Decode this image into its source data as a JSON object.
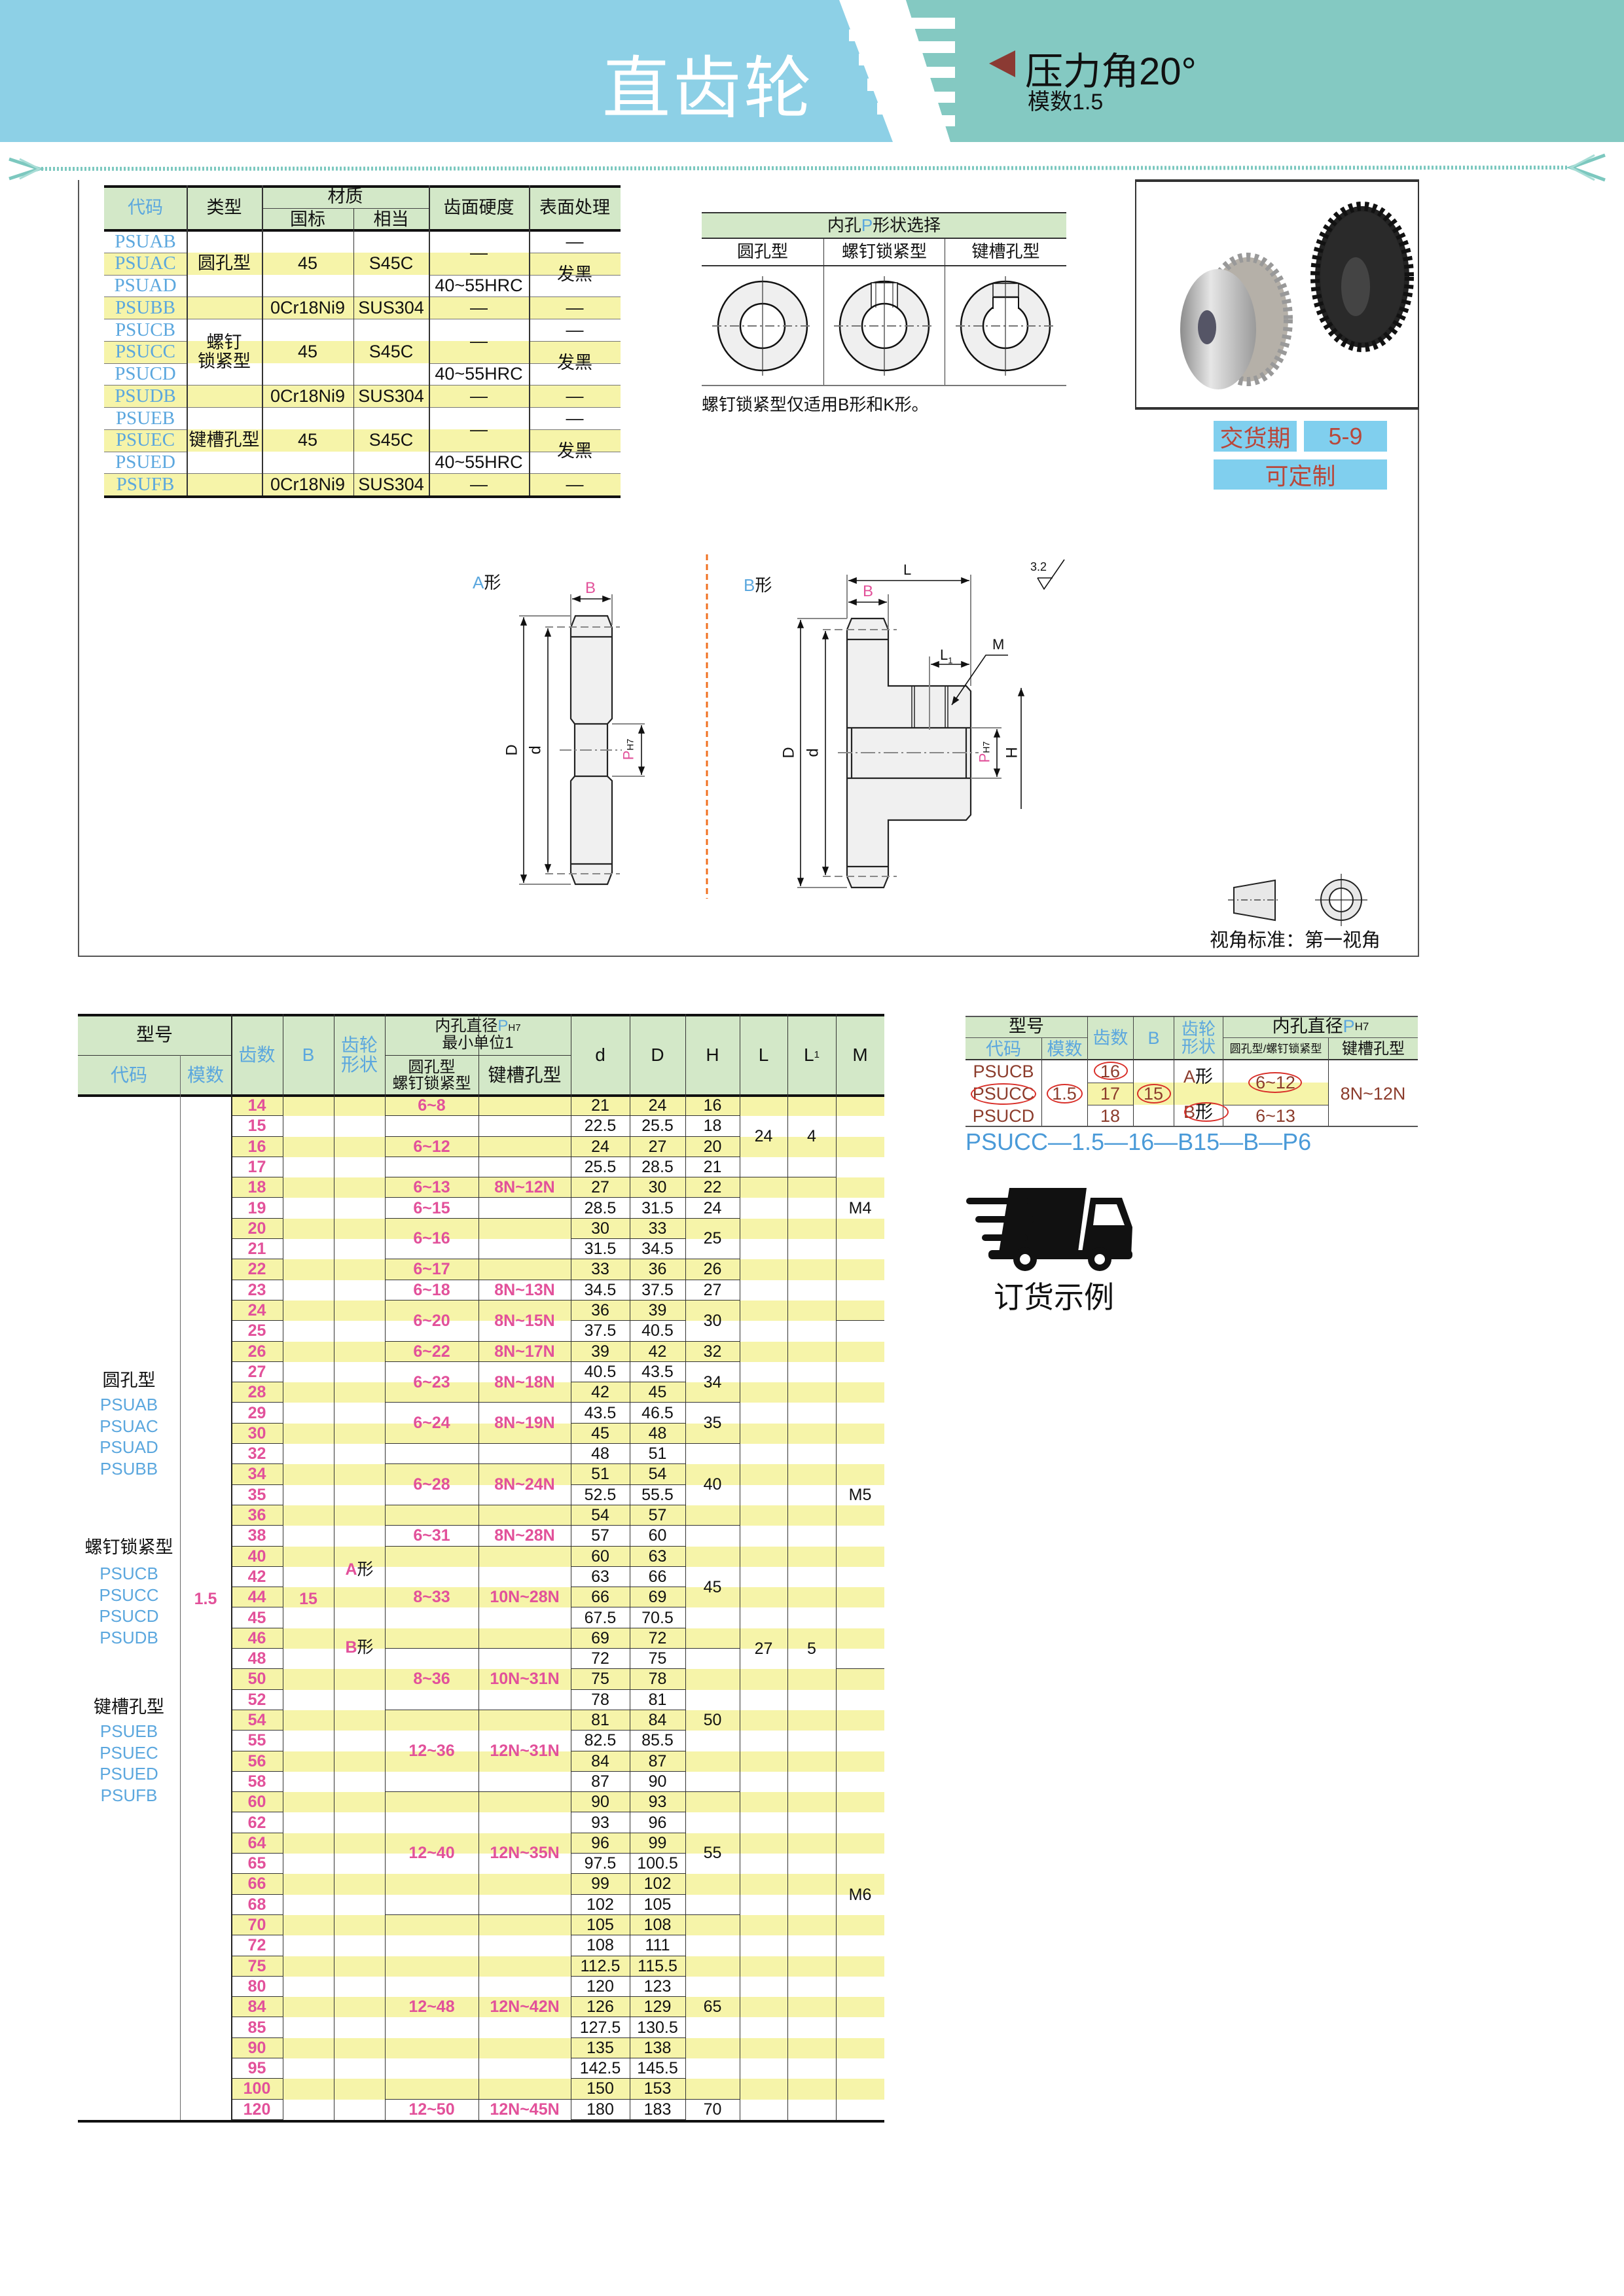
{
  "banner": {
    "title": "直齿轮",
    "pressure_angle": "压力角20°",
    "module": "模数1.5"
  },
  "colors": {
    "blue_banner": "#8dd0e6",
    "teal_banner": "#84c9c2",
    "header_green": "#d3e8c8",
    "stripe_yellow": "#f6f4a9",
    "code_blue": "#5ba7de",
    "value_pink": "#e2519a"
  },
  "material_table": {
    "headers": {
      "code": "代码",
      "type": "类型",
      "material": "材质",
      "gb": "国标",
      "equivalent": "相当",
      "hardness": "齿面硬度",
      "surface": "表面处理"
    },
    "codes": [
      "PSUAB",
      "PSUAC",
      "PSUAD",
      "PSUBB",
      "PSUCB",
      "PSUCC",
      "PSUCD",
      "PSUDB",
      "PSUEB",
      "PSUEC",
      "PSUED",
      "PSUFB"
    ],
    "groups": [
      {
        "type": "圆孔型",
        "gb": "45",
        "eq": "S45C",
        "ss_gb": "0Cr18Ni9",
        "ss_eq": "SUS304",
        "dash": "—",
        "hardness": "40~55HRC",
        "surface": "发黑"
      },
      {
        "type": "螺钉\n锁紧型",
        "gb": "45",
        "eq": "S45C",
        "ss_gb": "0Cr18Ni9",
        "ss_eq": "SUS304",
        "dash": "—",
        "hardness": "40~55HRC",
        "surface": "发黑"
      },
      {
        "type": "键槽孔型",
        "gb": "45",
        "eq": "S45C",
        "ss_gb": "0Cr18Ni9",
        "ss_eq": "SUS304",
        "dash": "—",
        "hardness": "40~55HRC",
        "surface": "发黑"
      }
    ]
  },
  "bore_selection": {
    "title_pre": "内孔",
    "title_p": "P",
    "title_post": "形状选择",
    "types": [
      "圆孔型",
      "螺钉锁紧型",
      "键槽孔型"
    ],
    "note": "螺钉锁紧型仅适用B形和K形。"
  },
  "delivery": {
    "label": "交货期",
    "value": "5-9",
    "custom": "可定制"
  },
  "drawing": {
    "a_letter": "A",
    "b_letter": "B",
    "form": "形",
    "B": "B",
    "D": "D",
    "d": "d",
    "P": "P",
    "H7": "H7",
    "L": "L",
    "L1": "L",
    "L1_sub": "1",
    "M": "M",
    "H": "H",
    "roughness": "3.2"
  },
  "view_standard": "视角标准：第一视角",
  "main_table": {
    "headers": {
      "model": "型号",
      "code": "代码",
      "module": "模数",
      "teeth": "齿数",
      "B": "B",
      "shape": "齿轮\n形状",
      "bore_title": "内孔直径",
      "bore_p": "P",
      "bore_h7": "H7",
      "bore_min": "最小单位1",
      "round_screw": "圆孔型\n螺钉锁紧型",
      "key": "键槽孔型",
      "d": "d",
      "D": "D",
      "H": "H",
      "L": "L",
      "L1": "L",
      "L1_sub": "1",
      "M": "M"
    },
    "type_groups": [
      {
        "type": "圆孔型",
        "codes": [
          "PSUAB",
          "PSUAC",
          "PSUAD",
          "PSUBB"
        ]
      },
      {
        "type": "螺钉锁紧型",
        "codes": [
          "PSUCB",
          "PSUCC",
          "PSUCD",
          "PSUDB"
        ]
      },
      {
        "type": "键槽孔型",
        "codes": [
          "PSUEB",
          "PSUEC",
          "PSUED",
          "PSUFB"
        ]
      }
    ],
    "module": "1.5",
    "B": "15",
    "shape_a": "A",
    "shape_b": "B",
    "shape_suffix": "形",
    "teeth": [
      "14",
      "15",
      "16",
      "17",
      "18",
      "19",
      "20",
      "21",
      "22",
      "23",
      "24",
      "25",
      "26",
      "27",
      "28",
      "29",
      "30",
      "32",
      "34",
      "35",
      "36",
      "38",
      "40",
      "42",
      "44",
      "45",
      "46",
      "48",
      "50",
      "52",
      "54",
      "55",
      "56",
      "58",
      "60",
      "62",
      "64",
      "65",
      "66",
      "68",
      "70",
      "72",
      "75",
      "80",
      "84",
      "85",
      "90",
      "95",
      "100",
      "120"
    ],
    "d": [
      "21",
      "22.5",
      "24",
      "25.5",
      "27",
      "28.5",
      "30",
      "31.5",
      "33",
      "34.5",
      "36",
      "37.5",
      "39",
      "40.5",
      "42",
      "43.5",
      "45",
      "48",
      "51",
      "52.5",
      "54",
      "57",
      "60",
      "63",
      "66",
      "67.5",
      "69",
      "72",
      "75",
      "78",
      "81",
      "82.5",
      "84",
      "87",
      "90",
      "93",
      "96",
      "97.5",
      "99",
      "102",
      "105",
      "108",
      "112.5",
      "120",
      "126",
      "127.5",
      "135",
      "142.5",
      "150",
      "180"
    ],
    "D": [
      "24",
      "25.5",
      "27",
      "28.5",
      "30",
      "31.5",
      "33",
      "34.5",
      "36",
      "37.5",
      "39",
      "40.5",
      "42",
      "43.5",
      "45",
      "46.5",
      "48",
      "51",
      "54",
      "55.5",
      "57",
      "60",
      "63",
      "66",
      "69",
      "70.5",
      "72",
      "75",
      "78",
      "81",
      "84",
      "85.5",
      "87",
      "90",
      "93",
      "96",
      "99",
      "100.5",
      "102",
      "105",
      "108",
      "111",
      "115.5",
      "123",
      "129",
      "130.5",
      "138",
      "145.5",
      "153",
      "183"
    ],
    "bore": [
      {
        "rows": 1,
        "text": "6~8"
      },
      {
        "rows": 1,
        "text": ""
      },
      {
        "rows": 1,
        "text": "6~12"
      },
      {
        "rows": 1,
        "text": ""
      },
      {
        "rows": 1,
        "text": "6~13"
      },
      {
        "rows": 1,
        "text": "6~15"
      },
      {
        "rows": 2,
        "text": "6~16"
      },
      {
        "rows": 1,
        "text": "6~17"
      },
      {
        "rows": 1,
        "text": "6~18"
      },
      {
        "rows": 2,
        "text": "6~20"
      },
      {
        "rows": 1,
        "text": "6~22"
      },
      {
        "rows": 2,
        "text": "6~23"
      },
      {
        "rows": 2,
        "text": "6~24"
      },
      {
        "rows": 1,
        "text": ""
      },
      {
        "rows": 2,
        "text": "6~28"
      },
      {
        "rows": 1,
        "text": ""
      },
      {
        "rows": 1,
        "text": "6~31"
      },
      {
        "rows": 5,
        "text": "8~33"
      },
      {
        "rows": 3,
        "text": "8~36"
      },
      {
        "rows": 4,
        "text": "12~36"
      },
      {
        "rows": 6,
        "text": "12~40"
      },
      {
        "rows": 9,
        "text": "12~48"
      },
      {
        "rows": 1,
        "text": "12~50"
      }
    ],
    "key": [
      {
        "rows": 1,
        "text": ""
      },
      {
        "rows": 1,
        "text": ""
      },
      {
        "rows": 1,
        "text": ""
      },
      {
        "rows": 1,
        "text": ""
      },
      {
        "rows": 1,
        "text": "8N~12N"
      },
      {
        "rows": 1,
        "text": ""
      },
      {
        "rows": 2,
        "text": ""
      },
      {
        "rows": 1,
        "text": ""
      },
      {
        "rows": 1,
        "text": "8N~13N"
      },
      {
        "rows": 2,
        "text": "8N~15N"
      },
      {
        "rows": 1,
        "text": "8N~17N"
      },
      {
        "rows": 2,
        "text": "8N~18N"
      },
      {
        "rows": 2,
        "text": "8N~19N"
      },
      {
        "rows": 1,
        "text": ""
      },
      {
        "rows": 2,
        "text": "8N~24N"
      },
      {
        "rows": 1,
        "text": ""
      },
      {
        "rows": 1,
        "text": "8N~28N"
      },
      {
        "rows": 5,
        "text": "10N~28N"
      },
      {
        "rows": 3,
        "text": "10N~31N"
      },
      {
        "rows": 4,
        "text": "12N~31N"
      },
      {
        "rows": 6,
        "text": "12N~35N"
      },
      {
        "rows": 9,
        "text": "12N~42N"
      },
      {
        "rows": 1,
        "text": "12N~45N"
      }
    ],
    "H": [
      {
        "rows": 1,
        "text": "16"
      },
      {
        "rows": 1,
        "text": "18"
      },
      {
        "rows": 1,
        "text": "20"
      },
      {
        "rows": 1,
        "text": "21"
      },
      {
        "rows": 1,
        "text": "22"
      },
      {
        "rows": 1,
        "text": "24"
      },
      {
        "rows": 2,
        "text": "25"
      },
      {
        "rows": 1,
        "text": "26"
      },
      {
        "rows": 1,
        "text": "27"
      },
      {
        "rows": 2,
        "text": "30"
      },
      {
        "rows": 1,
        "text": "32"
      },
      {
        "rows": 2,
        "text": "34"
      },
      {
        "rows": 2,
        "text": "35"
      },
      {
        "rows": 4,
        "text": "40"
      },
      {
        "rows": 6,
        "text": "45"
      },
      {
        "rows": 7,
        "text": "50"
      },
      {
        "rows": 6,
        "text": "55"
      },
      {
        "rows": 9,
        "text": "65"
      },
      {
        "rows": 1,
        "text": "70"
      }
    ],
    "L": [
      {
        "rows": 4,
        "text": "24"
      },
      {
        "rows": 46,
        "text": "27"
      }
    ],
    "L1": [
      {
        "rows": 4,
        "text": "4"
      },
      {
        "rows": 46,
        "text": "5"
      }
    ],
    "M": [
      {
        "rows": 11,
        "text": "M4"
      },
      {
        "rows": 17,
        "text": "M5"
      },
      {
        "rows": 22,
        "text": "M6"
      }
    ]
  },
  "order_example": {
    "title": "订货示例",
    "headers": {
      "model": "型号",
      "code": "代码",
      "module": "模数",
      "teeth": "齿数",
      "B": "B",
      "shape": "齿轮\n形状",
      "bore_title": "内孔直径",
      "bore_p": "P",
      "bore_h7": "H7",
      "round_screw": "圆孔型/螺钉锁紧型",
      "key": "键槽孔型"
    },
    "codes": [
      "PSUCB",
      "PSUCC",
      "PSUCD"
    ],
    "module": "1.5",
    "teeth": [
      "16",
      "17",
      "18"
    ],
    "B": "15",
    "shape_a": "A",
    "shape_b": "B",
    "shape_suffix": "形",
    "bore": [
      "6~12",
      "6~13"
    ],
    "key": "8N~12N",
    "part_number": "PSUCC—1.5—16—B15—B—P6"
  }
}
